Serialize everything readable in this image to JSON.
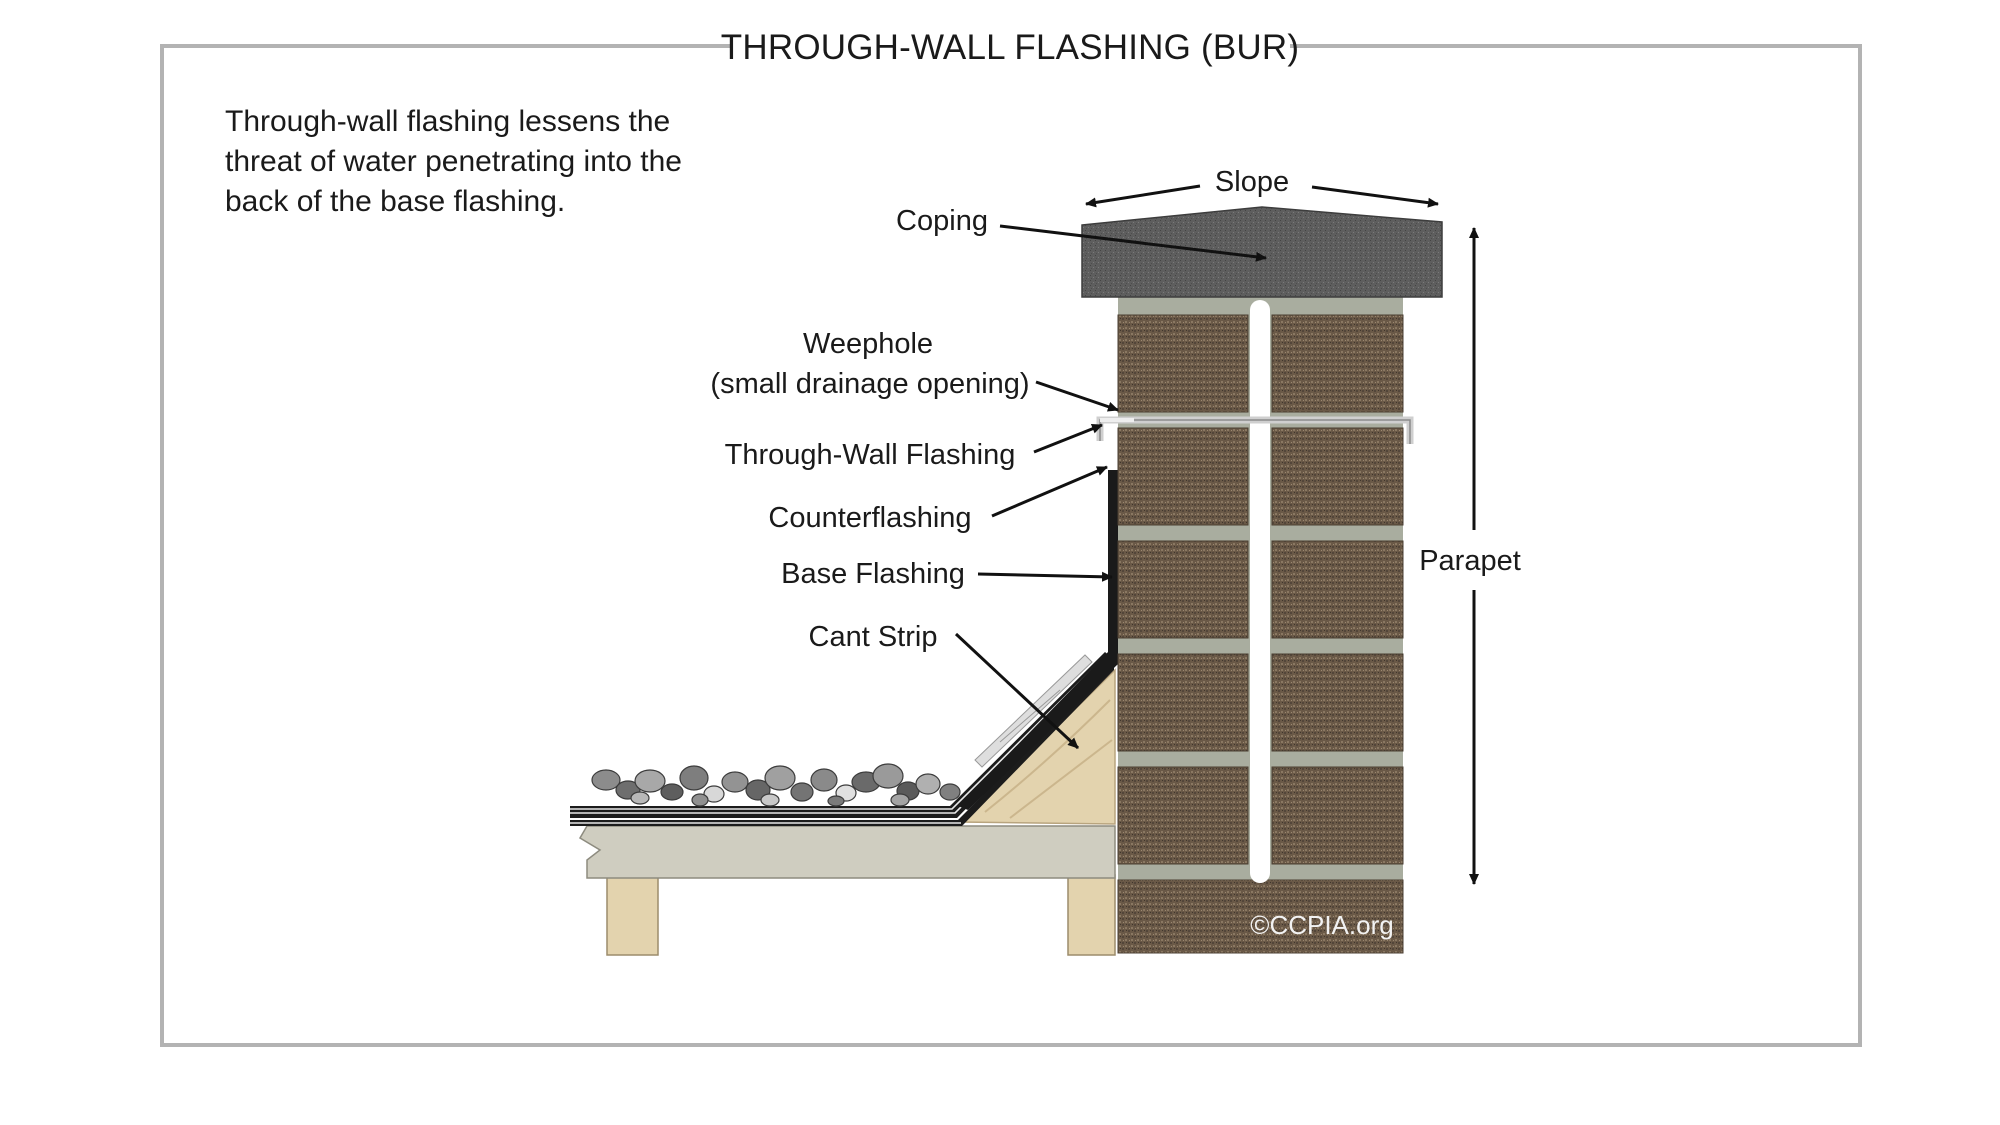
{
  "title": "THROUGH-WALL FLASHING (BUR)",
  "intro_lines": [
    "Through-wall flashing lessens the",
    "threat of water penetrating into the",
    "back of the base flashing."
  ],
  "labels": {
    "slope": "Slope",
    "coping": "Coping",
    "weephole_line1": "Weephole",
    "weephole_line2": "(small drainage opening)",
    "through_wall_flashing": "Through-Wall Flashing",
    "counterflashing": "Counterflashing",
    "base_flashing": "Base Flashing",
    "cant_strip": "Cant Strip",
    "parapet": "Parapet"
  },
  "copyright": "©CCPIA.org",
  "colors": {
    "frame": "#b3b3b3",
    "coping": "#5d5d5d",
    "brick": "#6b5a48",
    "mortar": "#a9ad9f",
    "wood": "#e3d3ae",
    "deck": "#cfcdc0",
    "flashing": "#dedede",
    "membrane": "#1c1c1c",
    "gravel": "#8a8a8a"
  }
}
